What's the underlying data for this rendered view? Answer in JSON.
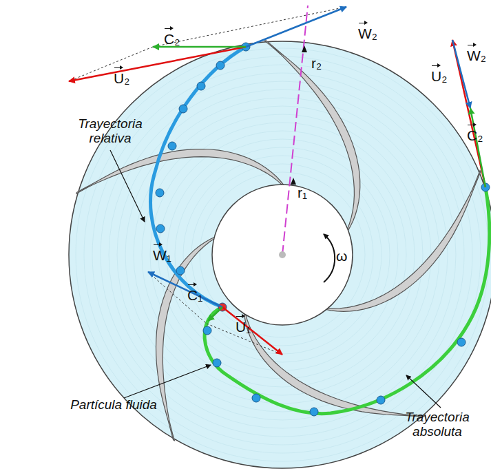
{
  "diagram": {
    "labels": [
      "C₂",
      "W₂",
      "U₂",
      "r₂",
      "r₁",
      "ω",
      "U₂",
      "W₂",
      "C₂",
      "W₁",
      "C₁",
      "U₁",
      "Trayectoria relativa",
      "Partícula fluida",
      "Trayectoria absoluta"
    ]
  }
}
